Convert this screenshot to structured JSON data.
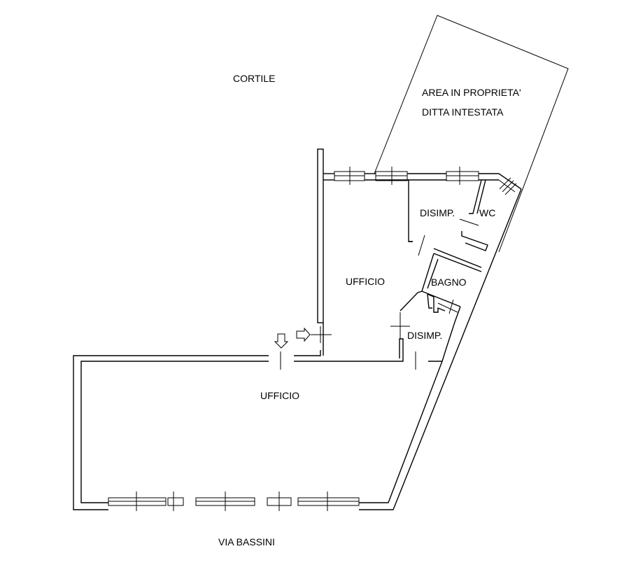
{
  "labels": {
    "cortile": "CORTILE",
    "area_line1": "AREA IN PROPRIETA'",
    "area_line2": "DITTA INTESTATA",
    "disimp_upper": "DISIMP.",
    "wc": "WC",
    "ufficio_upper": "UFFICIO",
    "bagno": "BAGNO",
    "disimp_lower": "DISIMP.",
    "ufficio_lower": "UFFICIO",
    "street": "VIA BASSINI"
  }
}
